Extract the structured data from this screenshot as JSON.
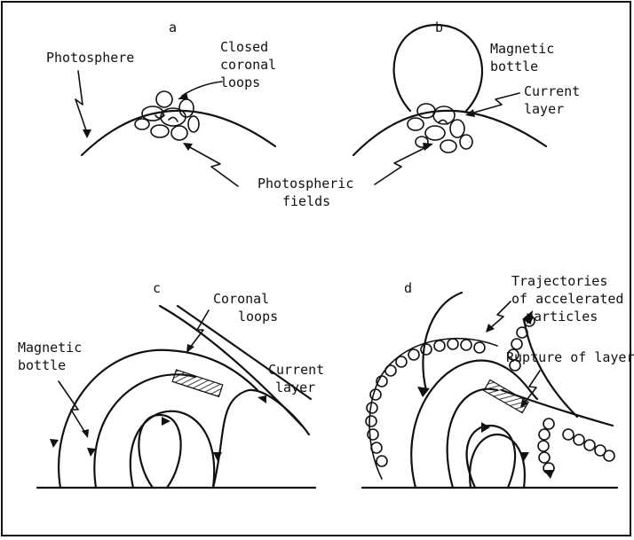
{
  "panels": {
    "a": {
      "letter": "a",
      "photosphere": "Photosphere",
      "closed_loops": [
        "Closed",
        "coronal",
        "loops"
      ]
    },
    "b": {
      "letter": "b",
      "magnetic_bottle": [
        "Magnetic",
        "bottle"
      ],
      "current_layer": [
        "Current",
        "layer"
      ]
    },
    "shared": {
      "photospheric_fields": [
        "Photospheric",
        "fields"
      ]
    },
    "c": {
      "letter": "c",
      "coronal_loops": [
        "Coronal",
        "loops"
      ],
      "magnetic_bottle": [
        "Magnetic",
        "bottle"
      ],
      "current_layer": [
        "Current",
        "layer"
      ]
    },
    "d": {
      "letter": "d",
      "trajectories": [
        "Trajectories",
        "of accelerated",
        "particles"
      ],
      "rupture": "Rupture of layer"
    }
  },
  "colors": {
    "ink": "#111111",
    "paper": "#ffffff"
  }
}
